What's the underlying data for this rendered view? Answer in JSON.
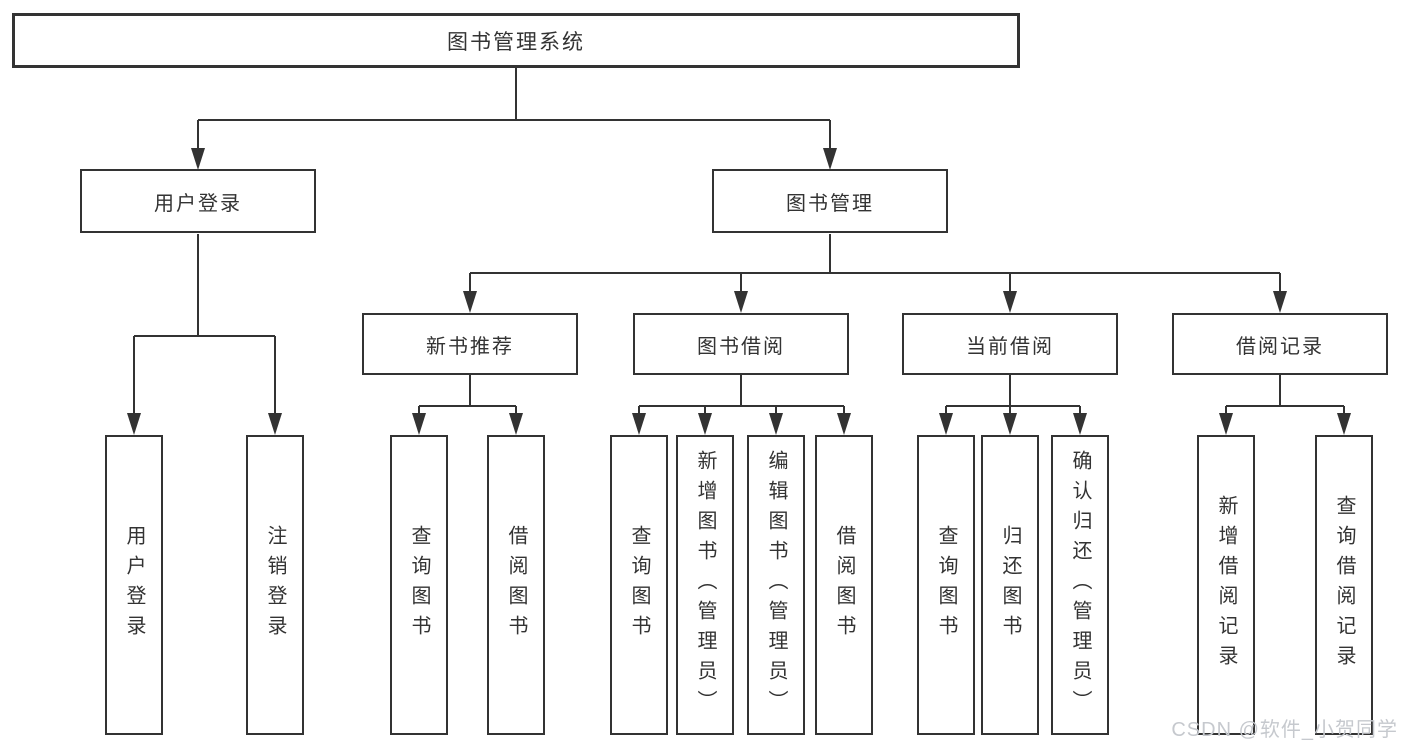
{
  "diagram_type": "hierarchy-tree",
  "tree": {
    "root": {
      "label": "图书管理系统"
    },
    "children": [
      {
        "label": "用户登录",
        "children": [
          {
            "label": "用户登录"
          },
          {
            "label": "注销登录"
          }
        ]
      },
      {
        "label": "图书管理",
        "children": [
          {
            "label": "新书推荐",
            "children": [
              {
                "label": "查询图书"
              },
              {
                "label": "借阅图书"
              }
            ]
          },
          {
            "label": "图书借阅",
            "children": [
              {
                "label": "查询图书"
              },
              {
                "label": "新增图书（管理员）"
              },
              {
                "label": "编辑图书（管理员）"
              },
              {
                "label": "借阅图书"
              }
            ]
          },
          {
            "label": "当前借阅",
            "children": [
              {
                "label": "查询图书"
              },
              {
                "label": "归还图书"
              },
              {
                "label": "确认归还（管理员）"
              }
            ]
          },
          {
            "label": "借阅记录",
            "children": [
              {
                "label": "新增借阅记录"
              },
              {
                "label": "查询借阅记录"
              }
            ]
          }
        ]
      }
    ]
  },
  "watermark": "CSDN @软件_小贺同学",
  "colors": {
    "line": "#333333",
    "text": "#333333",
    "box_background": "#ffffff",
    "page_background": "#ffffff",
    "watermark": "#c6c9ce"
  }
}
